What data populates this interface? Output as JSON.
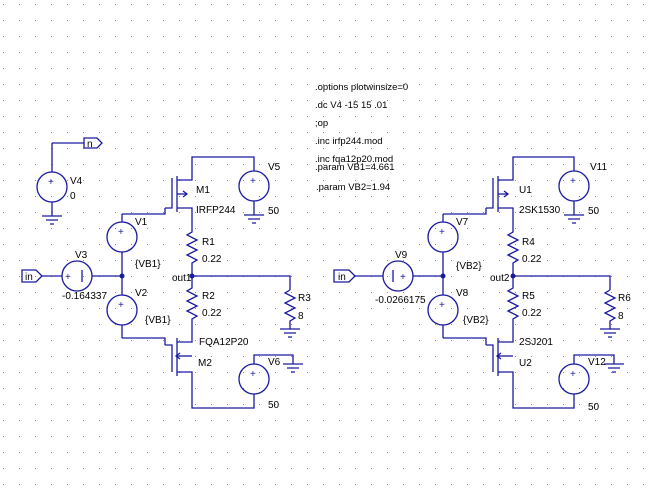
{
  "directives": [
    ".options plotwinsize=0",
    ".dc V4 -15 15 .01",
    ";op",
    ".inc irfp244.mod",
    ".inc fqa12p20.mod",
    ".param VB1=4.661",
    ".param VB2=1.94"
  ],
  "net_labels": {
    "n": "n",
    "in_left": "in",
    "in_right": "in",
    "out1": "out1",
    "out2": "out2"
  },
  "labels": {
    "v4_name": "V4",
    "v4_val": "0",
    "v1_name": "V1",
    "v1_val": "{VB1}",
    "v2_name": "V2",
    "v2_val": "{VB1}",
    "v3_name": "V3",
    "v3_val": "-0.164337",
    "m1_name": "M1",
    "m1_model": "IRFP244",
    "m2_name": "M2",
    "m2_model": "FQA12P20",
    "v5_name": "V5",
    "v5_val": "50",
    "v6_name": "V6",
    "v6_val": "50",
    "r1_name": "R1",
    "r1_val": "0.22",
    "r2_name": "R2",
    "r2_val": "0.22",
    "r3_name": "R3",
    "r3_val": "8",
    "v7_name": "V7",
    "v7_val": "{VB2}",
    "v8_name": "V8",
    "v8_val": "{VB2}",
    "v9_name": "V9",
    "v9_val": "-0.0266175",
    "u1_name": "U1",
    "u1_model": "2SK1530",
    "u2_name": "U2",
    "u2_model": "2SJ201",
    "v11_name": "V11",
    "v11_val": "50",
    "v12_name": "V12",
    "v12_val": "50",
    "r4_name": "R4",
    "r4_val": "0.22",
    "r5_name": "R5",
    "r5_val": "0.22",
    "r6_name": "R6",
    "r6_val": "8"
  },
  "colors": {
    "wire": "#1a1aa0",
    "grid": "#8a8a8a",
    "background": "#ffffff"
  }
}
